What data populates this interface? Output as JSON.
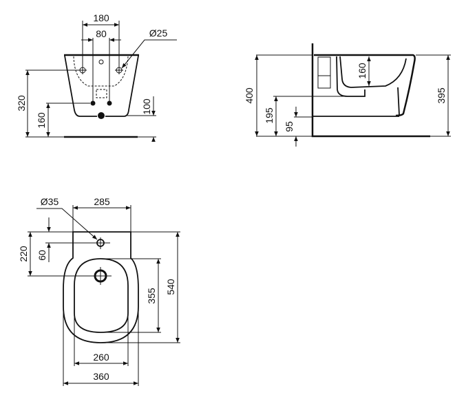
{
  "drawing": {
    "colors": {
      "line": "#111111",
      "background": "#ffffff"
    },
    "front_view": {
      "dim_outer_holes": "180",
      "dim_inner_holes": "80",
      "dim_hole_diameter": "Ø25",
      "dim_height_holes": "320",
      "dim_height_inlets": "160",
      "dim_height_drain": "100"
    },
    "side_view": {
      "dim_total_height": "400",
      "dim_bowl_depth": "160",
      "dim_height_outlet": "195",
      "dim_height_bottom": "95",
      "dim_rim_height": "395"
    },
    "top_view": {
      "dim_tap_hole_diameter": "Ø35",
      "dim_back_width": "285",
      "dim_to_drain": "220",
      "dim_to_tap": "60",
      "dim_bowl_length": "355",
      "dim_total_length": "540",
      "dim_bowl_width": "260",
      "dim_total_width": "360"
    }
  }
}
